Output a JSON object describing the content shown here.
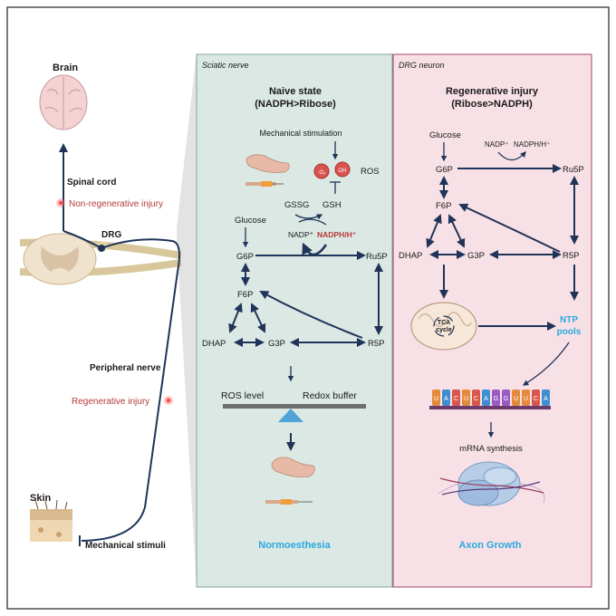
{
  "left": {
    "brain": "Brain",
    "spinal_cord": "Spinal cord",
    "non_regen": "Non-regenerative injury",
    "drg": "DRG",
    "peripheral": "Peripheral nerve",
    "regen": "Regenerative injury",
    "skin": "Skin",
    "mech": "Mechanical stimuli"
  },
  "naive": {
    "panel_label": "Sciatic nerve",
    "title1": "Naive state",
    "title2": "(NADPH>Ribose)",
    "mech_stim": "Mechanical stimulation",
    "ros": "ROS",
    "o2": "·O₂",
    "oh": "OH",
    "gssg": "GSSG",
    "gsh": "GSH",
    "nadp": "NADP⁺",
    "nadph": "NADPH/H⁺",
    "glucose": "Glucose",
    "g6p": "G6P",
    "ru5p": "Ru5P",
    "f6p": "F6P",
    "dhap": "DHAP",
    "g3p": "G3P",
    "r5p": "R5P",
    "ros_level": "ROS level",
    "redox": "Redox buffer",
    "result": "Normoesthesia"
  },
  "regen": {
    "panel_label": "DRG neuron",
    "title1": "Regenerative injury",
    "title2": "(Ribose>NADPH)",
    "glucose": "Glucose",
    "nadp": "NADP⁺",
    "nadph": "NADPH/H⁺",
    "g6p": "G6P",
    "ru5p": "Ru5P",
    "f6p": "F6P",
    "dhap": "DHAP",
    "g3p": "G3P",
    "r5p": "R5P",
    "tca1": "TCA",
    "tca2": "cycle",
    "ntp1": "NTP",
    "ntp2": "pools",
    "mrna": "mRNA synthesis",
    "result": "Axon Growth",
    "rna_letters": [
      "U",
      "A",
      "C",
      "U",
      "C",
      "A",
      "G",
      "G",
      "U",
      "U",
      "C",
      "A"
    ]
  },
  "colors": {
    "naive_bg": "#dbe8e3",
    "regen_bg": "#f8e1e6",
    "path": "#1f3458",
    "highlight": "#29a9e0",
    "injury": "#b43a3a"
  }
}
